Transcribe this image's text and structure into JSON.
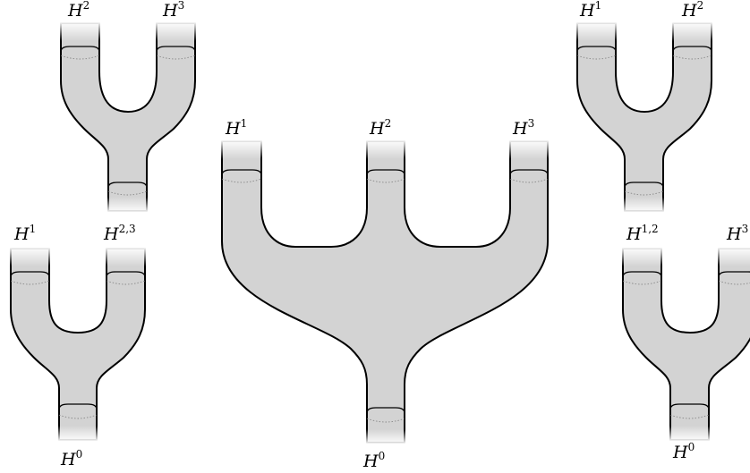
{
  "figure": {
    "top_left": {
      "labels": [
        {
          "base": "H",
          "sup": "2"
        },
        {
          "base": "H",
          "sup": "3"
        }
      ]
    },
    "bottom_left": {
      "labels": [
        {
          "base": "H",
          "sup": "1"
        },
        {
          "base": "H",
          "sup": "2,3"
        },
        {
          "base": "H",
          "sup": "0"
        }
      ]
    },
    "center": {
      "labels": [
        {
          "base": "H",
          "sup": "1"
        },
        {
          "base": "H",
          "sup": "2"
        },
        {
          "base": "H",
          "sup": "3"
        },
        {
          "base": "H",
          "sup": "0"
        }
      ]
    },
    "top_right": {
      "labels": [
        {
          "base": "H",
          "sup": "1"
        },
        {
          "base": "H",
          "sup": "2"
        }
      ]
    },
    "bottom_right": {
      "labels": [
        {
          "base": "H",
          "sup": "1,2"
        },
        {
          "base": "H",
          "sup": "3"
        },
        {
          "base": "H",
          "sup": "0"
        }
      ]
    }
  },
  "colors": {
    "surface_fill": "#d3d3d3",
    "outline": "#000000",
    "fade_to": "#ffffff"
  }
}
